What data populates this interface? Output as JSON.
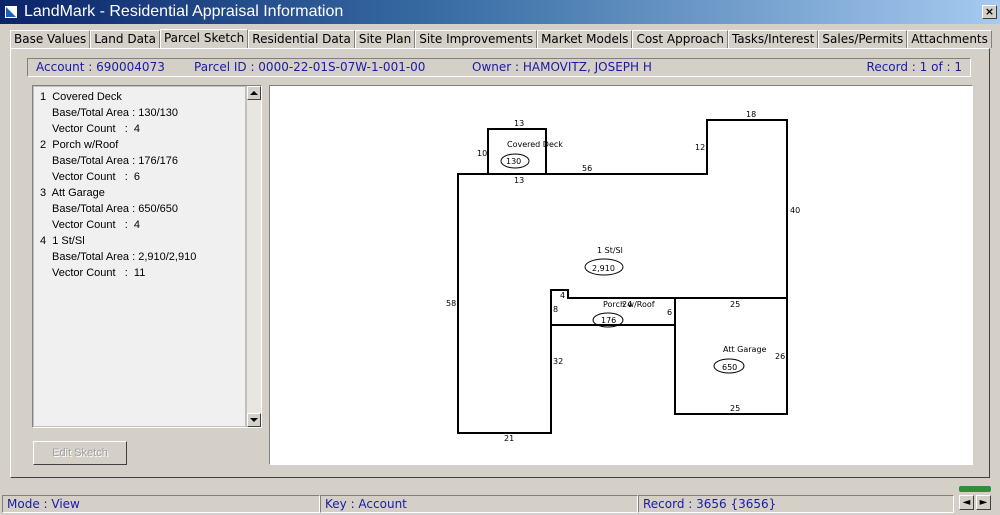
{
  "window": {
    "title": "LandMark - Residential Appraisal Information",
    "close_glyph": "×"
  },
  "tabs": [
    {
      "label": "Base Values",
      "active": false
    },
    {
      "label": "Land Data",
      "active": false
    },
    {
      "label": "Parcel Sketch",
      "active": true
    },
    {
      "label": "Residential Data",
      "active": false
    },
    {
      "label": "Site Plan",
      "active": false
    },
    {
      "label": "Site Improvements",
      "active": false
    },
    {
      "label": "Market Models",
      "active": false
    },
    {
      "label": "Cost Approach",
      "active": false
    },
    {
      "label": "Tasks/Interest",
      "active": false
    },
    {
      "label": "Sales/Permits",
      "active": false
    },
    {
      "label": "Attachments",
      "active": false
    }
  ],
  "info": {
    "account": "Account :  690004073",
    "parcel_id": "Parcel ID :  0000-22-01S-07W-1-001-00",
    "owner": "Owner : HAMOVITZ, JOSEPH H",
    "record": "Record : 1 of : 1"
  },
  "areas": [
    {
      "title": "1  Covered Deck",
      "area": "Base/Total Area : 130/130",
      "vectors": "Vector Count   :  4"
    },
    {
      "title": "2  Porch w/Roof",
      "area": "Base/Total Area : 176/176",
      "vectors": "Vector Count   :  6"
    },
    {
      "title": "3  Att Garage",
      "area": "Base/Total Area : 650/650",
      "vectors": "Vector Count   :  4"
    },
    {
      "title": "4  1 St/Sl",
      "area": "Base/Total Area : 2,910/2,910",
      "vectors": "Vector Count   :  11"
    }
  ],
  "edit_button_label": "Edit Sketch",
  "sketch": {
    "deck_label": "Covered Deck",
    "deck_area": "130",
    "main_label": "1 St/Sl",
    "main_area": "2,910",
    "porch_label": "Porch w/Roof",
    "porch_area": "176",
    "garage_label": "Att Garage",
    "garage_area": "650",
    "dims": {
      "deck_top": "13",
      "deck_left": "10",
      "deck_bottom": "13",
      "roof_56": "56",
      "step_12": "12",
      "top_18": "18",
      "right_40": "40",
      "left_58": "58",
      "bottom_21": "21",
      "inner_32": "32",
      "porch_8": "8",
      "porch_4": "4",
      "porch_24": "24",
      "porch_6": "6",
      "garage_top": "25",
      "garage_right": "26",
      "garage_bottom": "25"
    }
  },
  "status": {
    "mode": "Mode : View",
    "key": "Key : Account",
    "record": "Record : 3656 {3656}"
  },
  "nav": {
    "prev_glyph": "◄",
    "next_glyph": "►"
  }
}
